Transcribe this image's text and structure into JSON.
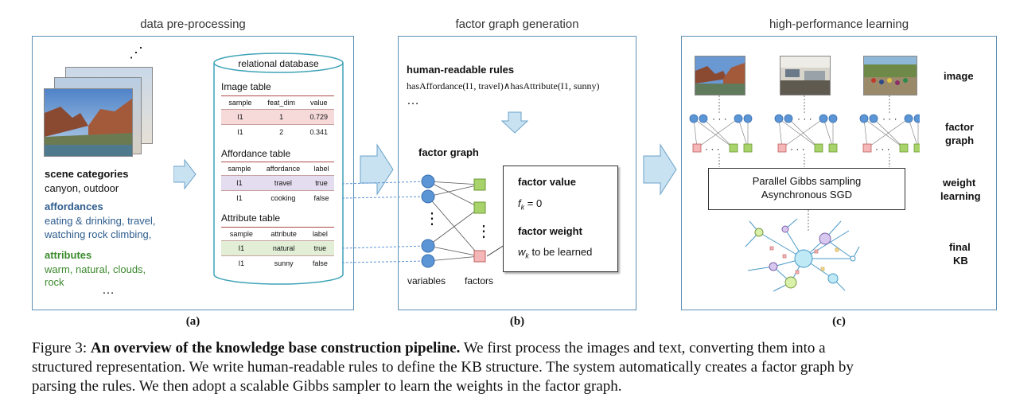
{
  "panel_a": {
    "title": "data pre-processing",
    "label": "(a)",
    "dots_top": "⋰",
    "scene_heading": "scene categories",
    "scene_text": "canyon, outdoor",
    "affordances_heading": "affordances",
    "affordances_text_1": "eating & drinking, travel,",
    "affordances_text_2": "watching rock climbing,",
    "attributes_heading": "attributes",
    "attributes_text_1": "warm, natural, clouds,",
    "attributes_text_2": "rock",
    "dots_bottom": "…",
    "db_title": "relational database",
    "image_table": {
      "title": "Image table",
      "headers": [
        "sample",
        "feat_dim",
        "value"
      ],
      "rows": [
        [
          "I1",
          "1",
          "0.729"
        ],
        [
          "I1",
          "2",
          "0.341"
        ]
      ]
    },
    "affordance_table": {
      "title": "Affordance table",
      "headers": [
        "sample",
        "affordance",
        "label"
      ],
      "rows": [
        [
          "I1",
          "travel",
          "true"
        ],
        [
          "I1",
          "cooking",
          "false"
        ]
      ]
    },
    "attribute_table": {
      "title": "Attribute table",
      "headers": [
        "sample",
        "attribute",
        "label"
      ],
      "rows": [
        [
          "I1",
          "natural",
          "true"
        ],
        [
          "I1",
          "sunny",
          "false"
        ]
      ]
    }
  },
  "panel_b": {
    "title": "factor graph generation",
    "label": "(b)",
    "rules_heading": "human-readable rules",
    "rule_text": "hasAffordance(I1, travel)∧hasAttribute(I1, sunny)",
    "rule_dots": "…",
    "factor_graph_heading": "factor graph",
    "variables_label": "variables",
    "factors_label": "factors",
    "factor_value_heading": "factor value",
    "factor_value_f": "f",
    "factor_value_sub": "k",
    "factor_value_eq": " = 0",
    "factor_weight_heading": "factor weight",
    "factor_weight_w": "w",
    "factor_weight_sub": "k",
    "factor_weight_text": " to be learned",
    "var_dots": "⋮",
    "factor_dots": "⋮"
  },
  "panel_c": {
    "title": "high-performance learning",
    "label": "(c)",
    "row_image": "image",
    "row_factor_1": "factor",
    "row_factor_2": "graph",
    "row_weight_1": "weight",
    "row_weight_2": "learning",
    "row_final_1": "final",
    "row_final_2": "KB",
    "gibbs_1": "Parallel Gibbs sampling",
    "gibbs_2": "Asynchronous SGD",
    "dots": "· · ·"
  },
  "caption": {
    "figure_label": "Figure 3:",
    "bold_title": "An overview of the knowledge base construction pipeline.",
    "text_1": "We first process the images and text, converting them into a",
    "text_2": "structured representation. We write human-readable rules to define the KB structure. The system automatically creates a factor graph by",
    "text_3": "parsing the rules. We then adopt a scalable Gibbs sampler to learn the weights in the factor graph."
  },
  "colors": {
    "panel_border": "#5b8fb4",
    "variable_node": "#5b95d6",
    "factor_green": "#a8d36a",
    "factor_red": "#f4b6b6",
    "arrow_fill": "#c9e2f2",
    "affordance_blue": "#2f5d8f",
    "attribute_green": "#3c8a2e"
  },
  "icons": [
    "canyon-photo",
    "meeting-room-photo",
    "group-photo",
    "arrow-right-icon",
    "arrow-down-icon",
    "knowledge-graph-icon"
  ]
}
